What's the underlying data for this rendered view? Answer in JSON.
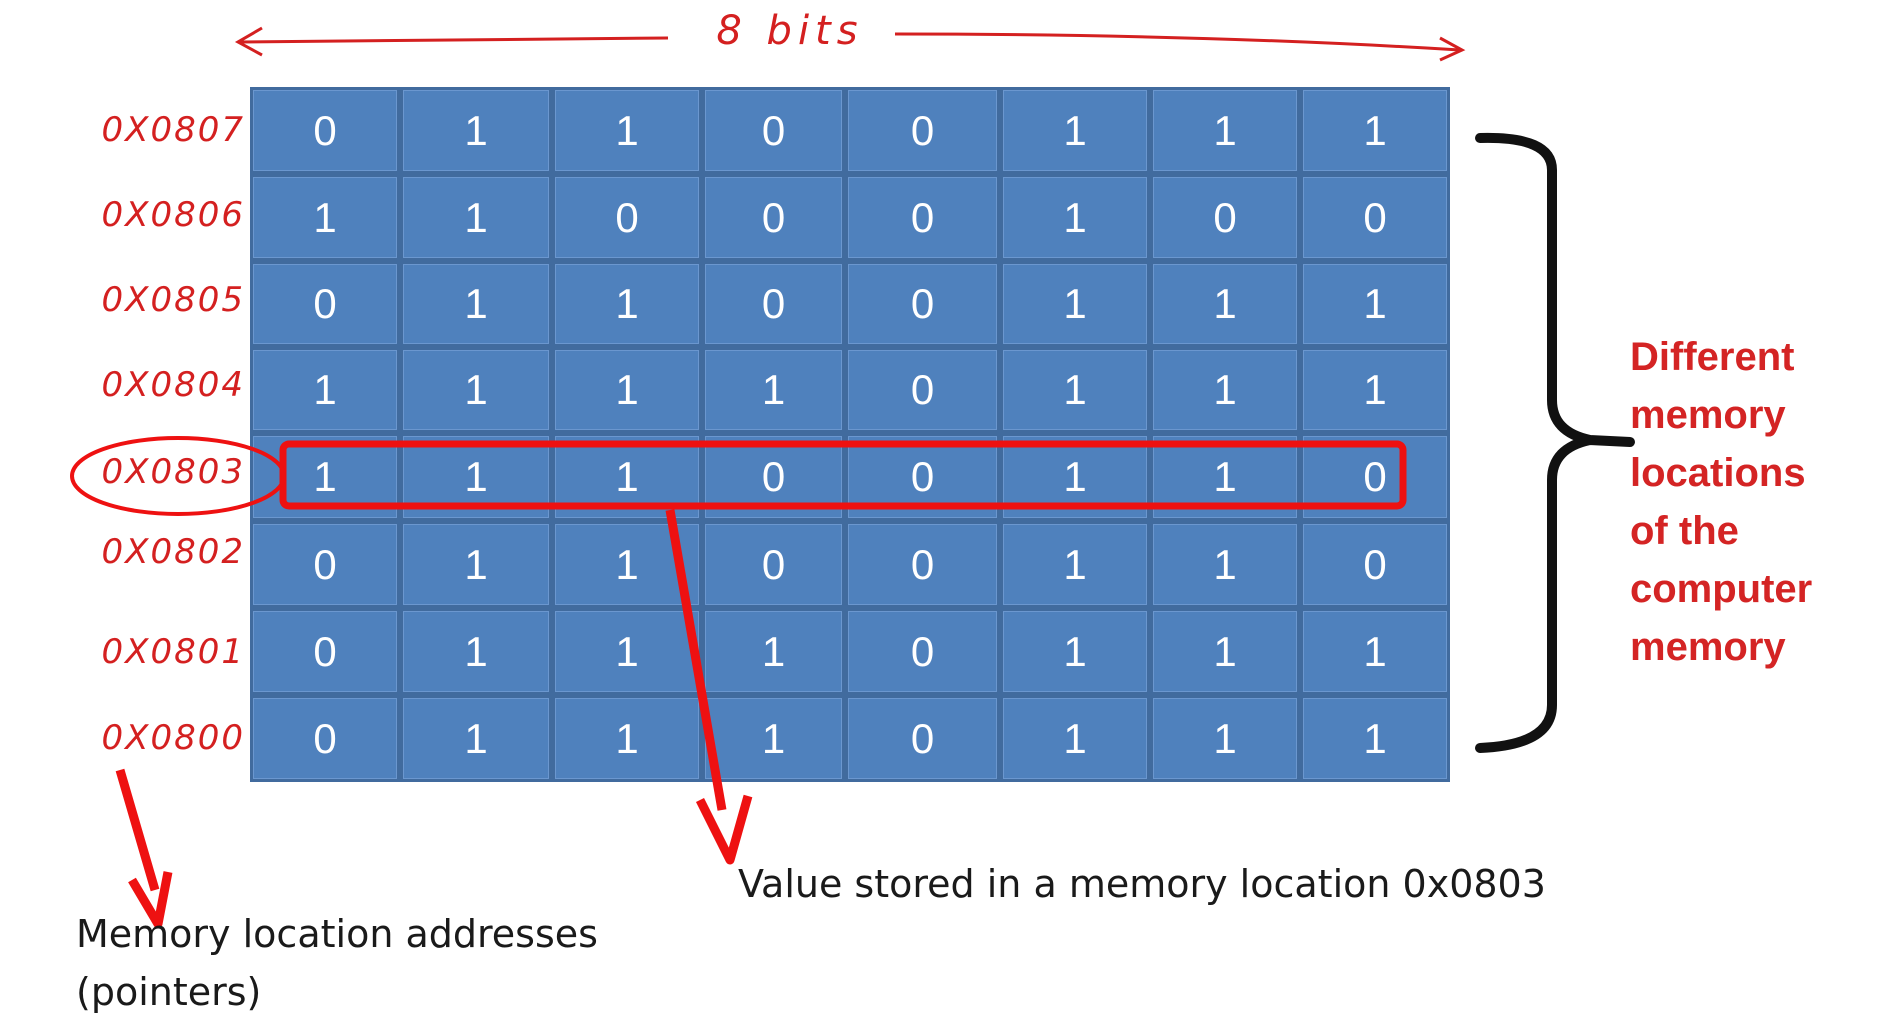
{
  "top_label": "8 bits",
  "side_label_lines": [
    "Different",
    "memory",
    "locations",
    "of the",
    "computer",
    "memory"
  ],
  "highlighted_address": "0X0803",
  "caption_value": "Value stored in a memory location  0x0803",
  "caption_addresses_line1": "Memory location addresses",
  "caption_addresses_line2": "(pointers)",
  "colors": {
    "cell": "#4f81bd",
    "annotation_red": "#d42020",
    "brace": "#111111"
  },
  "rows": [
    {
      "address": "0X0807",
      "bits": [
        "0",
        "1",
        "1",
        "0",
        "0",
        "1",
        "1",
        "1"
      ]
    },
    {
      "address": "0X0806",
      "bits": [
        "1",
        "1",
        "0",
        "0",
        "0",
        "1",
        "0",
        "0"
      ]
    },
    {
      "address": "0X0805",
      "bits": [
        "0",
        "1",
        "1",
        "0",
        "0",
        "1",
        "1",
        "1"
      ]
    },
    {
      "address": "0X0804",
      "bits": [
        "1",
        "1",
        "1",
        "1",
        "0",
        "1",
        "1",
        "1"
      ]
    },
    {
      "address": "0X0803",
      "bits": [
        "1",
        "1",
        "1",
        "0",
        "0",
        "1",
        "1",
        "0"
      ]
    },
    {
      "address": "0X0802",
      "bits": [
        "0",
        "1",
        "1",
        "0",
        "0",
        "1",
        "1",
        "0"
      ]
    },
    {
      "address": "0X0801",
      "bits": [
        "0",
        "1",
        "1",
        "1",
        "0",
        "1",
        "1",
        "1"
      ]
    },
    {
      "address": "0X0800",
      "bits": [
        "0",
        "1",
        "1",
        "1",
        "0",
        "1",
        "1",
        "1"
      ]
    }
  ]
}
